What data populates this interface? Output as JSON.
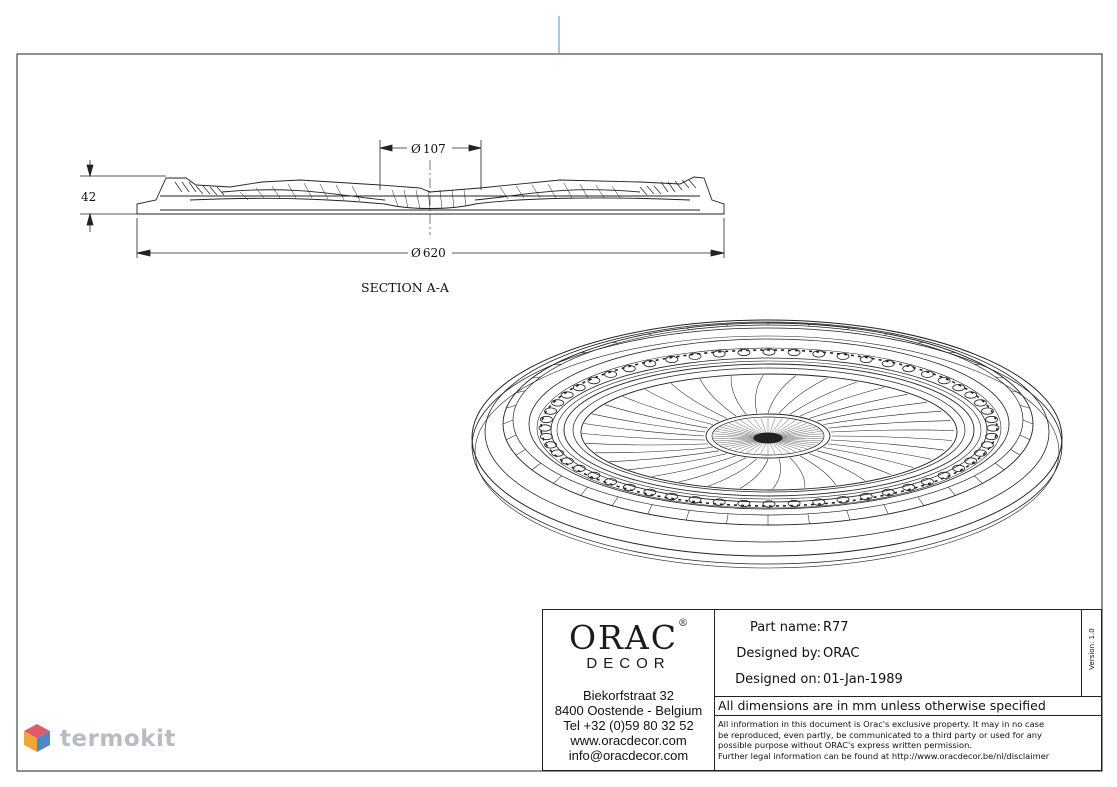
{
  "drawing": {
    "section_label": "SECTION  A-A",
    "dim_height": "42",
    "dim_inner_diameter": "107",
    "dim_outer_diameter": "620",
    "diameter_symbol": "Ø"
  },
  "logo": {
    "brand_main": "ORAC",
    "brand_registered": "®",
    "brand_sub": "DECOR"
  },
  "address": {
    "street": "Biekorfstraat 32",
    "city": "8400 Oostende - Belgium",
    "phone": "Tel  +32 (0)59 80 32 52",
    "website": "www.oracdecor.com",
    "email": "info@oracdecor.com"
  },
  "titleblock": {
    "part_name_label": "Part name:",
    "part_name_value": "R77",
    "designed_by_label": "Designed by:",
    "designed_by_value": "ORAC",
    "designed_on_label": "Designed on:",
    "designed_on_value": "01-Jan-1989",
    "version": "Version: 1.0",
    "dimensions_note": "All dimensions are in mm unless otherwise specified",
    "legal_lines": [
      "All information in this document is Orac's exclusive property.  It may in no case",
      "be reproduced, even partly, be communicated to a third party or used for any",
      "possible purpose without ORAC's express written permission.",
      "Further legal information can be found at http://www.oracdecor.be/nl/disclaimer"
    ]
  },
  "watermark": {
    "text": "termokit",
    "colors": [
      "#e05a6a",
      "#f2a33a",
      "#4f86c6",
      "#b7bcc4"
    ]
  }
}
